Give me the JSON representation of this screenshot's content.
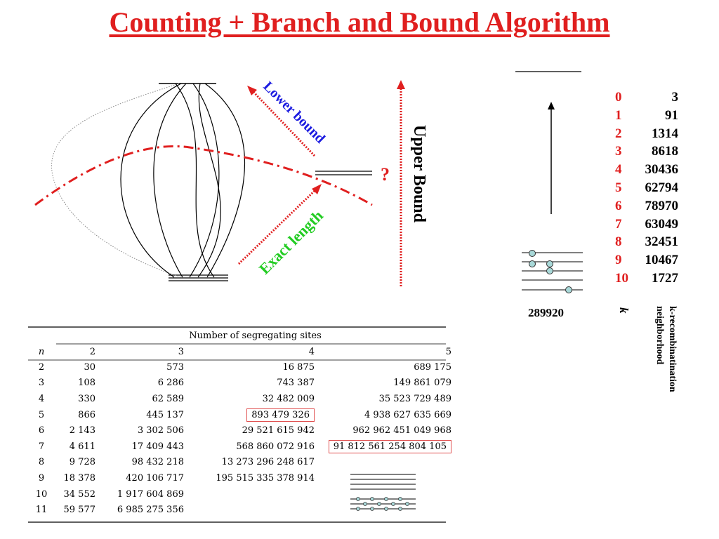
{
  "title": "Counting + Branch and Bound Algorithm",
  "diagram": {
    "lower_bound_label": "Lower bound",
    "exact_length_label": "Exact length",
    "upper_bound_label": "Upper Bound",
    "question_mark": "?",
    "total_count": "289920",
    "k_axis_label": "k",
    "neighborhood_label": "k-recombinatination neighborhood",
    "colors": {
      "red": "#e01f1f",
      "blue": "#1a1ae0",
      "green": "#22cc22"
    }
  },
  "k_table": [
    {
      "k": "0",
      "v": "3"
    },
    {
      "k": "1",
      "v": "91"
    },
    {
      "k": "2",
      "v": "1314"
    },
    {
      "k": "3",
      "v": "8618"
    },
    {
      "k": "4",
      "v": "30436"
    },
    {
      "k": "5",
      "v": "62794"
    },
    {
      "k": "6",
      "v": "78970"
    },
    {
      "k": "7",
      "v": "63049"
    },
    {
      "k": "8",
      "v": "32451"
    },
    {
      "k": "9",
      "v": "10467"
    },
    {
      "k": "10",
      "v": "1727"
    }
  ],
  "seg_table": {
    "caption": "Number of segregating sites",
    "n_header": "n",
    "columns": [
      "2",
      "3",
      "4",
      "5"
    ],
    "rows": [
      {
        "n": "2",
        "c": [
          "30",
          "573",
          "16 875",
          "689 175"
        ]
      },
      {
        "n": "3",
        "c": [
          "108",
          "6 286",
          "743 387",
          "149 861 079"
        ]
      },
      {
        "n": "4",
        "c": [
          "330",
          "62 589",
          "32 482 009",
          "35 523 729 489"
        ]
      },
      {
        "n": "5",
        "c": [
          "866",
          "445 137",
          "893 479 326",
          "4 938 627 635 669"
        ]
      },
      {
        "n": "6",
        "c": [
          "2 143",
          "3 302 506",
          "29 521 615 942",
          "962 962 451 049 968"
        ]
      },
      {
        "n": "7",
        "c": [
          "4 611",
          "17 409 443",
          "568 860 072 916",
          "91 812 561 254 804 105"
        ]
      },
      {
        "n": "8",
        "c": [
          "9 728",
          "98 432 218",
          "13 273 296 248 617",
          ""
        ]
      },
      {
        "n": "9",
        "c": [
          "18 378",
          "420 106 717",
          "195 515 335 378 914",
          ""
        ]
      },
      {
        "n": "10",
        "c": [
          "34 552",
          "1 917 604 869",
          "",
          ""
        ]
      },
      {
        "n": "11",
        "c": [
          "59 577",
          "6 985 275 356",
          "",
          ""
        ]
      }
    ]
  }
}
